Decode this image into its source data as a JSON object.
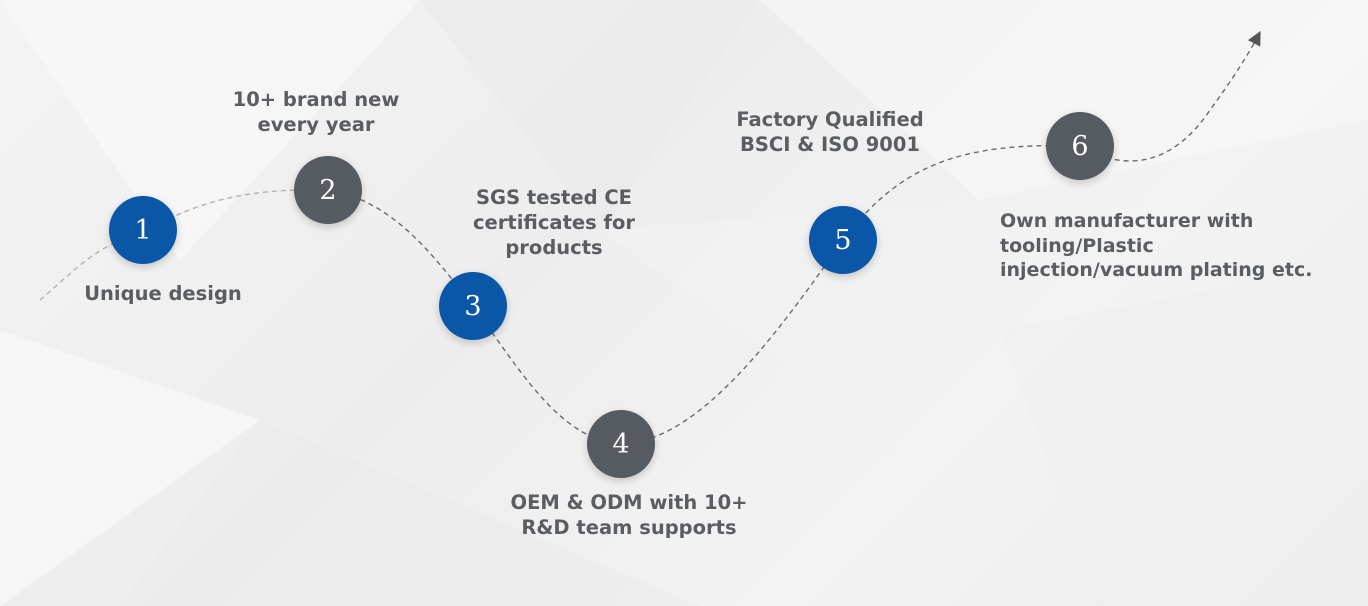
{
  "steps": [
    {
      "number": "1",
      "label": "Unique design",
      "color": "#0a57a8"
    },
    {
      "number": "2",
      "label": "10+ brand new\nevery year",
      "color": "#565b61"
    },
    {
      "number": "3",
      "label": "SGS tested CE\ncertificates for\nproducts",
      "color": "#0a57a8"
    },
    {
      "number": "4",
      "label": "OEM & ODM with 10+\nR&D team supports",
      "color": "#565b61"
    },
    {
      "number": "5",
      "label": "Factory Qualified\nBSCI & ISO 9001",
      "color": "#0a57a8"
    },
    {
      "number": "6",
      "label": "Own manufacturer with\ntooling/Plastic\ninjection/vacuum plating etc.",
      "color": "#565b61"
    }
  ],
  "colors": {
    "blue": "#0a57a8",
    "gray": "#565b61",
    "text": "#5a5d62",
    "path": "#6a6a6a"
  }
}
